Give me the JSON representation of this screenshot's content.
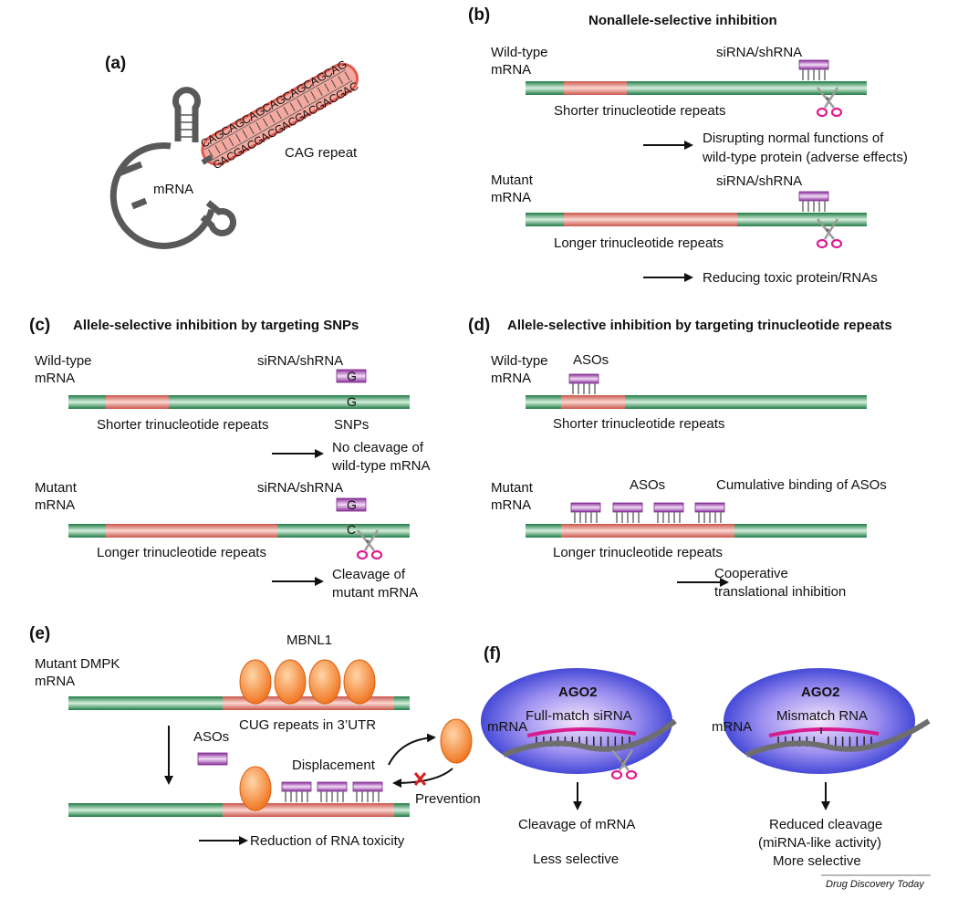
{
  "panels": {
    "a": {
      "letter": "(a)",
      "mrna": "mRNA",
      "repeat": "CAG repeat",
      "top_strand": [
        "C",
        "A",
        "G",
        "C",
        "A",
        "G",
        "C",
        "A",
        "G",
        "C",
        "A",
        "G",
        "C",
        "A",
        "G",
        "C",
        "A",
        "G",
        "C",
        "A",
        "G"
      ],
      "bottom_strand": [
        "G",
        "A",
        "C",
        "G",
        "A",
        "C",
        "G",
        "A",
        "C",
        "G",
        "A",
        "C",
        "G",
        "A",
        "C",
        "G",
        "A",
        "C",
        "G",
        "A",
        "C"
      ]
    },
    "b": {
      "letter": "(b)",
      "title": "Nonallele-selective inhibition",
      "wt_label_1": "Wild-type",
      "wt_label_2": "mRNA",
      "sirna_1": "siRNA/shRNA",
      "repeats_short": "Shorter trinucleotide repeats",
      "outcome_wt_1": "Disrupting normal functions of",
      "outcome_wt_2": "wild-type protein (adverse effects)",
      "mut_label_1": "Mutant",
      "mut_label_2": "mRNA",
      "sirna_2": "siRNA/shRNA",
      "repeats_long": "Longer trinucleotide repeats",
      "outcome_mut": "Reducing toxic protein/RNAs"
    },
    "c": {
      "letter": "(c)",
      "title": "Allele-selective inhibition by targeting SNPs",
      "wt_label_1": "Wild-type",
      "wt_label_2": "mRNA",
      "sirna_1": "siRNA/shRNA",
      "guide_base_1": "G",
      "target_base_1": "G",
      "repeats_short": "Shorter trinucleotide repeats",
      "snps": "SNPs",
      "outcome_wt_1": "No cleavage of",
      "outcome_wt_2": "wild-type mRNA",
      "mut_label_1": "Mutant",
      "mut_label_2": "mRNA",
      "sirna_2": "siRNA/shRNA",
      "guide_base_2": "G",
      "target_base_2": "C",
      "repeats_long": "Longer trinucleotide repeats",
      "outcome_mut_1": "Cleavage of",
      "outcome_mut_2": "mutant mRNA"
    },
    "d": {
      "letter": "(d)",
      "title": "Allele-selective inhibition by targeting trinucleotide repeats",
      "wt_label_1": "Wild-type",
      "wt_label_2": "mRNA",
      "asos_1": "ASOs",
      "repeats_short": "Shorter trinucleotide repeats",
      "mut_label_1": "Mutant",
      "mut_label_2": "mRNA",
      "asos_2": "ASOs",
      "cumulative": "Cumulative binding of ASOs",
      "repeats_long": "Longer trinucleotide repeats",
      "outcome_1": "Cooperative",
      "outcome_2": "translational inhibition"
    },
    "e": {
      "letter": "(e)",
      "mut_label_1": "Mutant DMPK",
      "mut_label_2": "mRNA",
      "mbnl1": "MBNL1",
      "cug": "CUG repeats in 3’UTR",
      "asos": "ASOs",
      "displacement": "Displacement",
      "prevention": "Prevention",
      "outcome": "Reduction of RNA toxicity"
    },
    "f": {
      "letter": "(f)",
      "ago2_left": "AGO2",
      "ago2_right": "AGO2",
      "mrna_left": "mRNA",
      "mrna_right": "mRNA",
      "full_match": "Full-match siRNA",
      "mismatch": "Mismatch RNA",
      "outcome_left_1": "Cleavage of mRNA",
      "outcome_left_2": "Less selective",
      "outcome_right_1": "Reduced cleavage",
      "outcome_right_2": "(miRNA-like activity)",
      "outcome_right_3": "More selective"
    }
  },
  "footer": "Drug Discovery Today",
  "colors": {
    "mrna_green": "#2e9a5c",
    "repeat_red": "#d9675a",
    "sirna_purple": "#9b3fa8",
    "protein_orange": "#f07a20",
    "ago2_blue": "#3d46d8",
    "guide_magenta": "#d81b8f",
    "inhibit_red": "#d62020"
  },
  "icons": [
    "scissors-icon",
    "arrow-icon",
    "cross-icon"
  ]
}
